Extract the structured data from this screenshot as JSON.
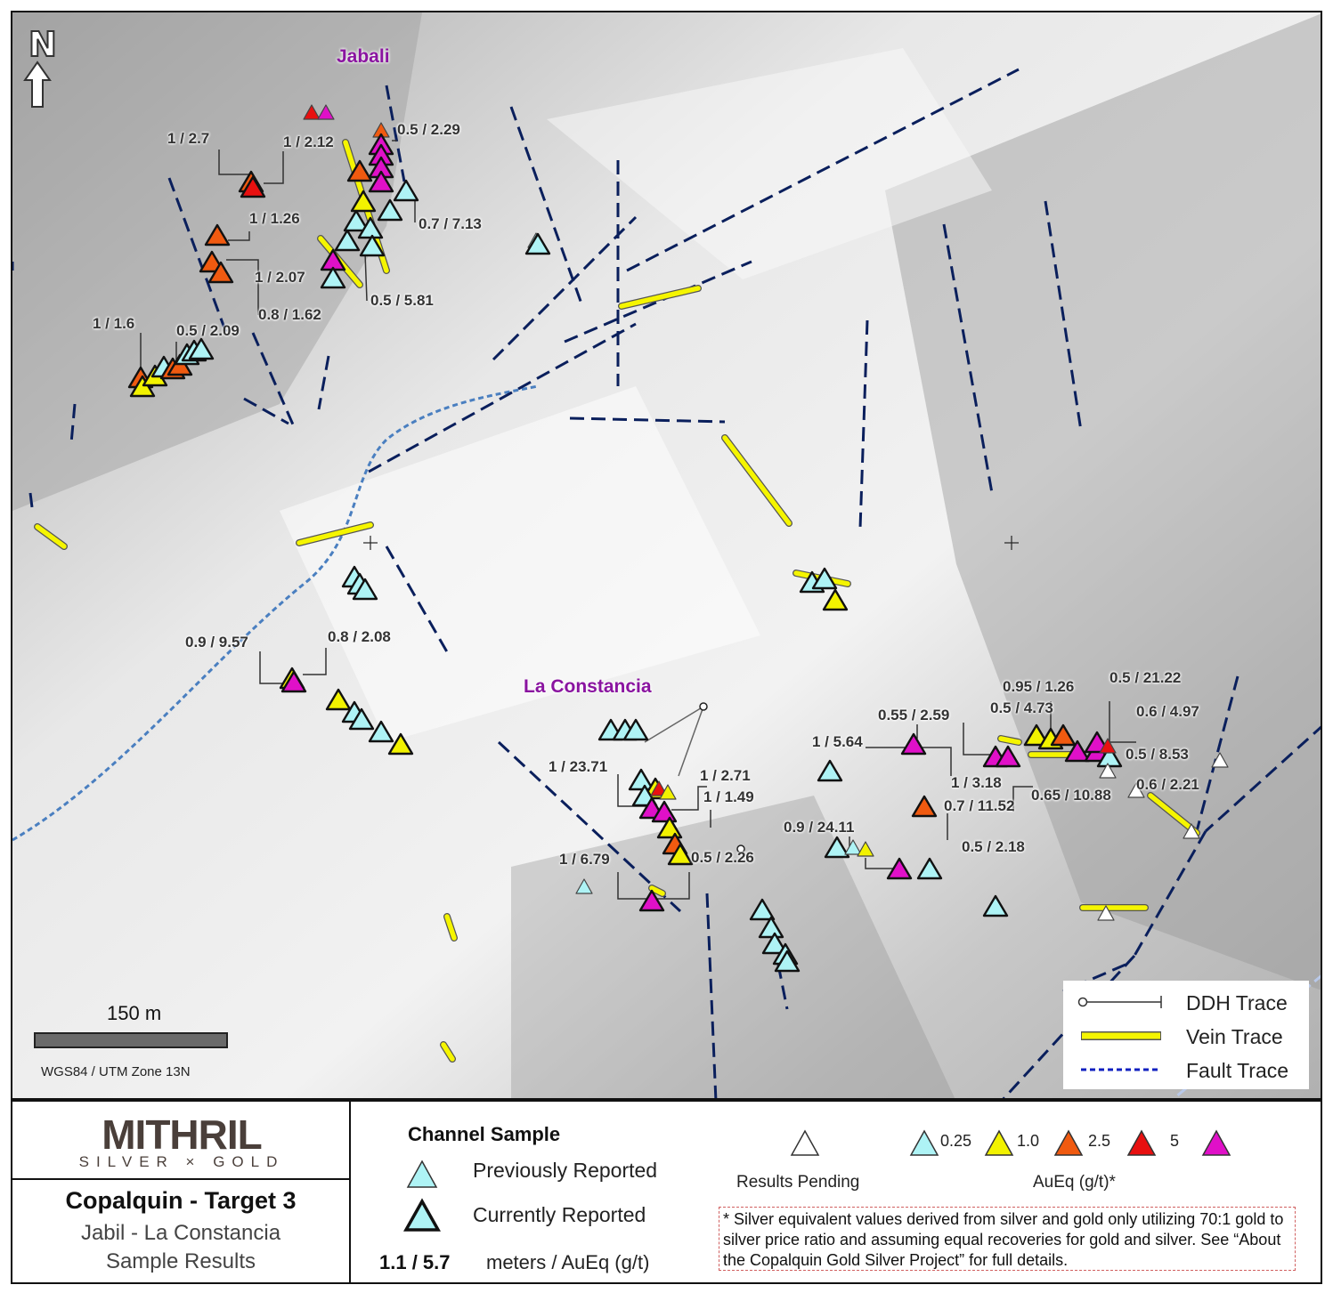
{
  "map": {
    "north_letter": "N",
    "places": {
      "jabali": "Jabali",
      "la_constancia": "La Constancia"
    },
    "scale_label": "150 m",
    "crs": "WGS84 / UTM Zone 13N",
    "sample_labels": [
      "1 / 2.7",
      "1 / 2.12",
      "0.5 / 2.29",
      "0.7 / 7.13",
      "1 / 1.26",
      "1 / 2.07",
      "0.8 / 1.62",
      "0.5 / 5.81",
      "1 / 1.6",
      "0.5 / 2.09",
      "0.9 / 9.57",
      "0.8 / 2.08",
      "1 / 23.71",
      "1 / 2.71",
      "1 / 1.49",
      "1 / 6.79",
      "0.5 / 2.26",
      "0.9 / 24.11",
      "1 / 5.64",
      "0.55 / 2.59",
      "0.95 / 1.26",
      "0.5 / 21.22",
      "0.5 / 4.73",
      "0.6 / 4.97",
      "0.5 / 8.53",
      "1 / 3.18",
      "0.65 / 10.88",
      "0.6 / 2.21",
      "0.7 / 11.52",
      "0.5 / 2.18"
    ],
    "legend": {
      "ddh": "DDH Trace",
      "vein": "Vein Trace",
      "fault": "Fault Trace"
    },
    "colors": {
      "previous": "#aef3f5",
      "grade_1": "#f2f200",
      "grade_2_5": "#f05a10",
      "grade_5": "#e81010",
      "grade_top": "#e010c8",
      "vein": "#f5f500",
      "fault": "#0a1f5c",
      "river": "#4a7fc0",
      "place": "#8a14a0"
    }
  },
  "panel": {
    "logo_name": "MITHRIL",
    "logo_sub": "SILVER × GOLD",
    "title": "Copalquin - Target 3",
    "subtitle_1": "Jabil - La Constancia",
    "subtitle_2": "Sample Results",
    "channel_title": "Channel Sample",
    "previously": "Previously Reported",
    "currently": "Currently Reported",
    "ratio_example": "1.1 / 5.7",
    "ratio_desc": "meters / AuEq (g/t)",
    "pending": "Results Pending",
    "grades": [
      "0.25",
      "1.0",
      "2.5",
      "5"
    ],
    "aueq_label": "AuEq (g/t)*",
    "footnote": "* Silver equivalent values derived from silver and gold only utilizing 70:1 gold to silver price ratio and assuming equal recoveries for gold and silver. See “About the Copalquin Gold Silver Project” for full details."
  }
}
